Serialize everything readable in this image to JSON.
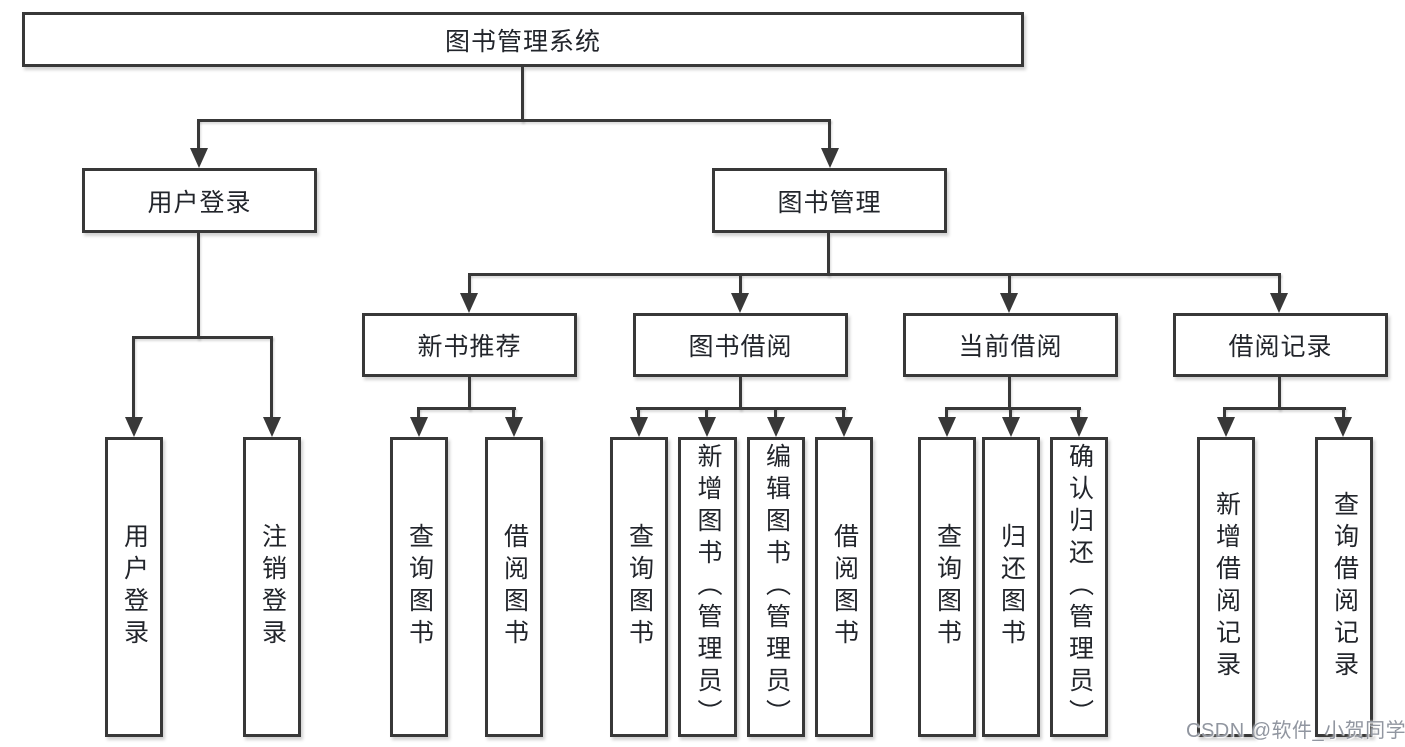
{
  "root": {
    "label": "图书管理系统",
    "children": [
      {
        "label": "用户登录",
        "children": [
          {
            "label": "用户登录"
          },
          {
            "label": "注销登录"
          }
        ]
      },
      {
        "label": "图书管理",
        "children": [
          {
            "label": "新书推荐",
            "children": [
              {
                "label": "查询图书"
              },
              {
                "label": "借阅图书"
              }
            ]
          },
          {
            "label": "图书借阅",
            "children": [
              {
                "label": "查询图书"
              },
              {
                "label": "新增图书（管理员）"
              },
              {
                "label": "编辑图书（管理员）"
              },
              {
                "label": "借阅图书"
              }
            ]
          },
          {
            "label": "当前借阅",
            "children": [
              {
                "label": "查询图书"
              },
              {
                "label": "归还图书"
              },
              {
                "label": "确认归还（管理员）"
              }
            ]
          },
          {
            "label": "借阅记录",
            "children": [
              {
                "label": "新增借阅记录"
              },
              {
                "label": "查询借阅记录"
              }
            ]
          }
        ]
      }
    ]
  },
  "watermark": {
    "text": "CSDN @软件_小贺同学"
  },
  "colors": {
    "line": "#383838",
    "text": "#22252b",
    "watermark": "#9196a0",
    "background": "#ffffff"
  }
}
